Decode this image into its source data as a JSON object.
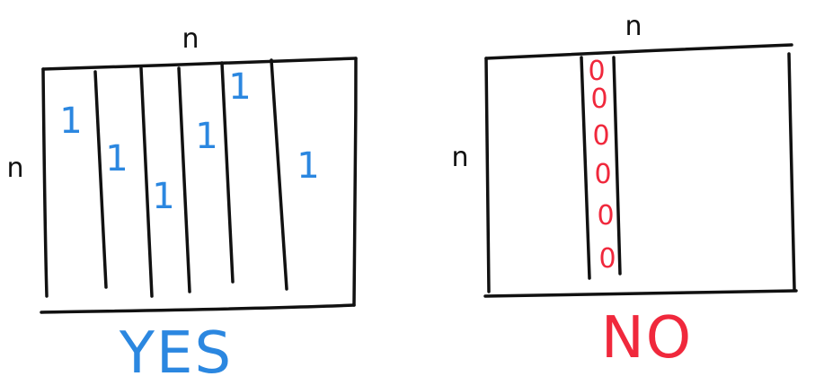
{
  "colors": {
    "ink": "#111111",
    "yes": "#2b87e0",
    "no": "#f0283c"
  },
  "left": {
    "top_label": "n",
    "side_label": "n",
    "ones": [
      "1",
      "1",
      "1",
      "1",
      "1",
      "1"
    ],
    "verdict": "YES"
  },
  "right": {
    "top_label": "n",
    "side_label": "n",
    "zeros": [
      "0",
      "0",
      "0",
      "0",
      "0",
      "0"
    ],
    "verdict": "NO"
  }
}
